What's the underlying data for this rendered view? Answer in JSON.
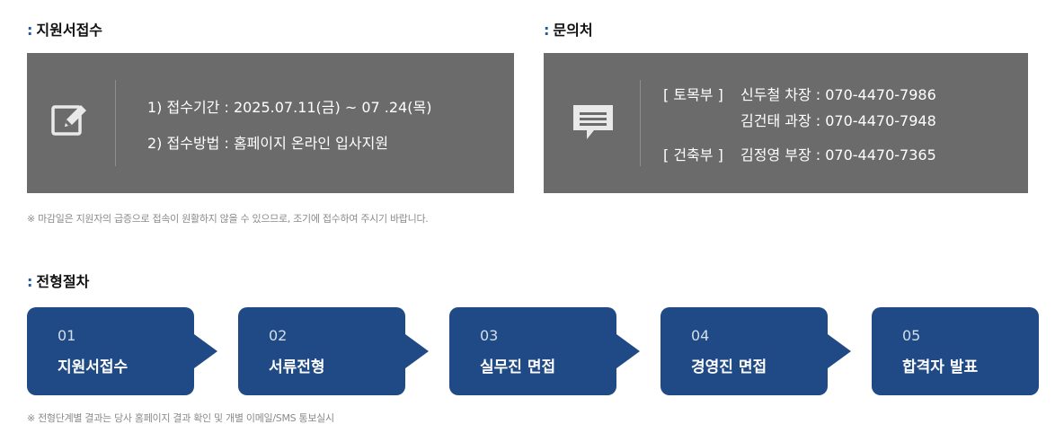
{
  "application": {
    "title": "지원서접수",
    "period": "1) 접수기간 :  2025.07.11(금) ~ 07 .24(목)",
    "method": "2) 접수방법 :  홈페이지  온라인 입사지원",
    "note": "※ 마감일은 지원자의 급증으로 접속이 원활하지 않을 수 있으므로, 조기에 접수하여 주시기 바랍니다."
  },
  "contact": {
    "title": "문의처",
    "civil_dept": "[ 토목부 ]",
    "civil_contact_1": "신두철 차장 : 070-4470-7986",
    "civil_contact_2": "김건태 과장 : 070-4470-7948",
    "arch_dept": "[ 건축부 ]",
    "arch_contact_1": "김정영 부장 : 070-4470-7365"
  },
  "process": {
    "title": "전형절차",
    "steps": [
      {
        "num": "01",
        "label": "지원서접수"
      },
      {
        "num": "02",
        "label": "서류전형"
      },
      {
        "num": "03",
        "label": "실무진 면접"
      },
      {
        "num": "04",
        "label": "경영진 면접"
      },
      {
        "num": "05",
        "label": "합격자 발표"
      }
    ],
    "note": "※ 전형단계별 결과는 당사 홈페이지 결과 확인 및 개별 이메일/SMS 통보실시"
  },
  "colors": {
    "box_gray": "#6b6b6b",
    "step_blue": "#1f4a85",
    "accent_blue": "#1c5aa6"
  }
}
